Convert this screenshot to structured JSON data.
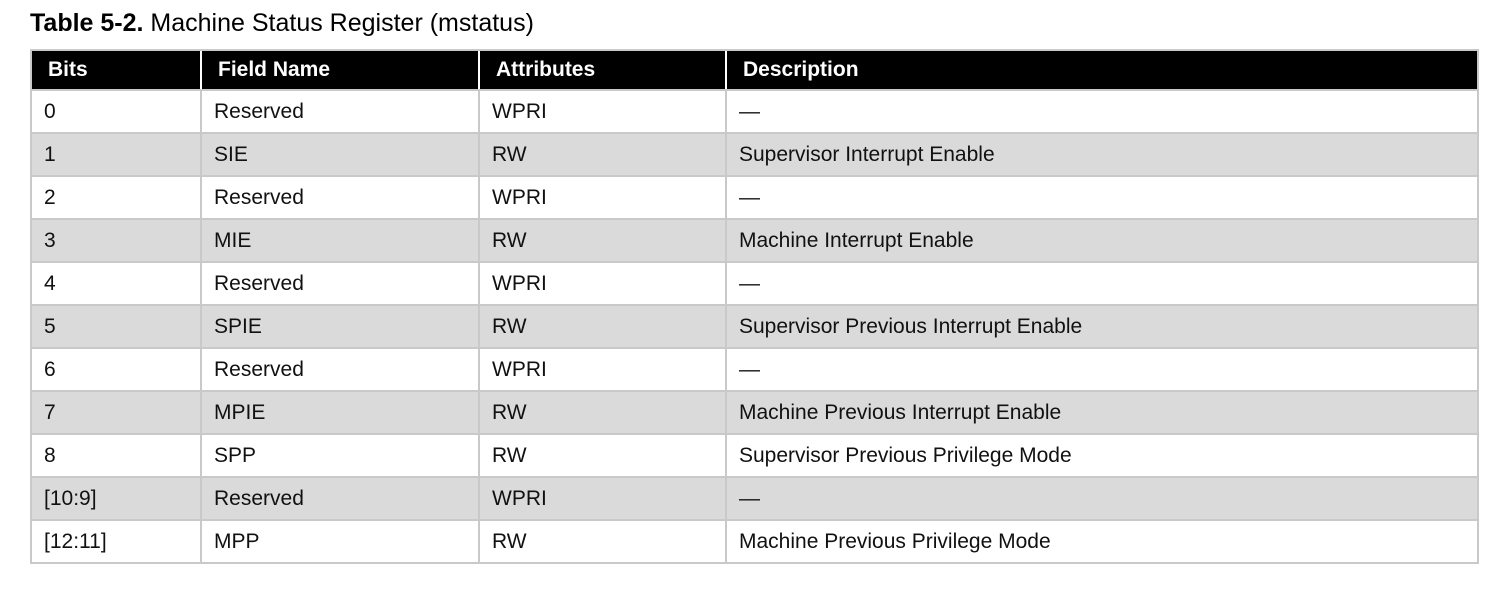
{
  "caption": {
    "label": "Table 5-2.",
    "title": "Machine Status Register (mstatus)"
  },
  "table": {
    "columns": [
      "Bits",
      "Field Name",
      "Attributes",
      "Description"
    ],
    "rows": [
      {
        "bits": "0",
        "field": "Reserved",
        "attributes": "WPRI",
        "description": "—"
      },
      {
        "bits": "1",
        "field": "SIE",
        "attributes": "RW",
        "description": "Supervisor Interrupt Enable"
      },
      {
        "bits": "2",
        "field": "Reserved",
        "attributes": "WPRI",
        "description": "—"
      },
      {
        "bits": "3",
        "field": "MIE",
        "attributes": "RW",
        "description": "Machine Interrupt Enable"
      },
      {
        "bits": "4",
        "field": "Reserved",
        "attributes": "WPRI",
        "description": "—"
      },
      {
        "bits": "5",
        "field": "SPIE",
        "attributes": "RW",
        "description": "Supervisor Previous Interrupt Enable"
      },
      {
        "bits": "6",
        "field": "Reserved",
        "attributes": "WPRI",
        "description": "—"
      },
      {
        "bits": "7",
        "field": "MPIE",
        "attributes": "RW",
        "description": "Machine Previous Interrupt Enable"
      },
      {
        "bits": "8",
        "field": "SPP",
        "attributes": "RW",
        "description": "Supervisor Previous Privilege Mode"
      },
      {
        "bits": "[10:9]",
        "field": "Reserved",
        "attributes": "WPRI",
        "description": "—"
      },
      {
        "bits": "[12:11]",
        "field": "MPP",
        "attributes": "RW",
        "description": "Machine Previous Privilege Mode"
      }
    ],
    "colors": {
      "header_bg": "#000000",
      "header_text": "#ffffff",
      "row_bg": "#ffffff",
      "row_alt_bg": "#dadada",
      "border": "#c9c9c9",
      "text": "#111111"
    }
  }
}
